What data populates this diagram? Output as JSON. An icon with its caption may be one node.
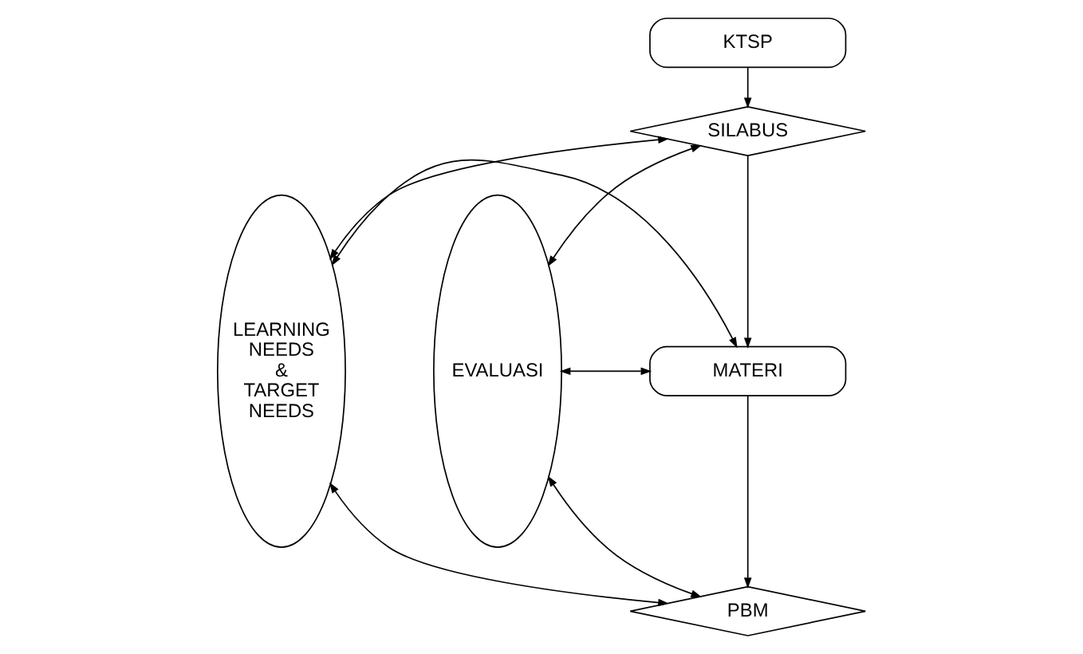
{
  "diagram": {
    "nodes": [
      {
        "text": [
          "KTSP"
        ]
      },
      {
        "text": [
          "LEARNING NEEDS & TARGET NEEDS"
        ]
      },
      {
        "text": [
          "SILABUS"
        ]
      },
      {
        "text": [
          "EVALUASI"
        ]
      },
      {
        "text": [
          "MATERI"
        ]
      },
      {
        "text": [
          "PBM"
        ]
      }
    ],
    "edges": [
      {
        "from": 0,
        "to": 2,
        "arrow": "to"
      },
      {
        "from": 2,
        "to": 4,
        "arrow": "to"
      },
      {
        "from": 4,
        "to": 5,
        "arrow": "to"
      },
      {
        "from": 1,
        "to": 2,
        "arrow": "both"
      },
      {
        "from": 2,
        "to": 3,
        "arrow": "both"
      },
      {
        "from": 1,
        "to": 4,
        "arrow": "both"
      },
      {
        "from": 4,
        "to": 3,
        "arrow": "both"
      },
      {
        "from": 1,
        "to": 5,
        "arrow": "both"
      },
      {
        "from": 5,
        "to": 3,
        "arrow": "both"
      }
    ]
  }
}
